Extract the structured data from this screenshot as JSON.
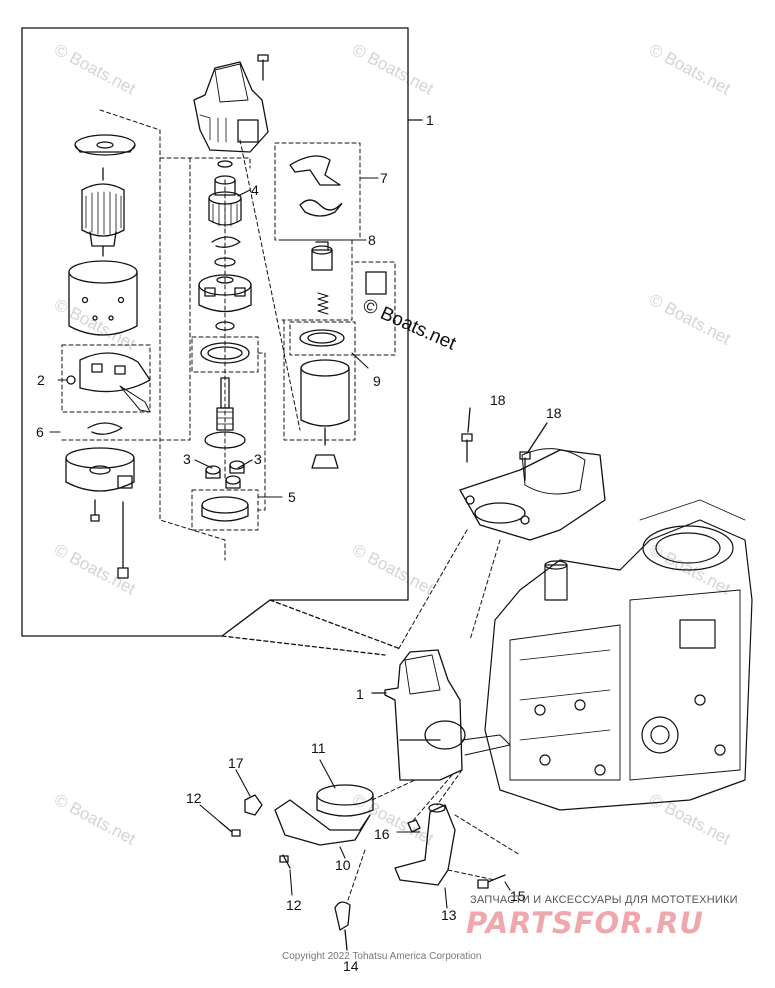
{
  "watermark": "© Boats.net",
  "callouts": {
    "n1_top": "1",
    "n1_bottom": "1",
    "n2": "2",
    "n3a": "3",
    "n3b": "3",
    "n4": "4",
    "n5": "5",
    "n6": "6",
    "n7": "7",
    "n8": "8",
    "n9": "9",
    "n10": "10",
    "n11": "11",
    "n12a": "12",
    "n12b": "12",
    "n13": "13",
    "n14": "14",
    "n15": "15",
    "n16": "16",
    "n17": "17",
    "n18a": "18",
    "n18b": "18"
  },
  "footer": {
    "copyright": "Copyright 2022 Tohatsu America Corporation",
    "store_caption": "ЗАПЧАСТИ И АКСЕССУАРЫ ДЛЯ МОТОТЕХНИКИ",
    "store_logo": "PARTSFOR.RU"
  },
  "colors": {
    "line": "#111111",
    "watermark": "#d4d4d4",
    "logo": "#f0a6ad"
  }
}
